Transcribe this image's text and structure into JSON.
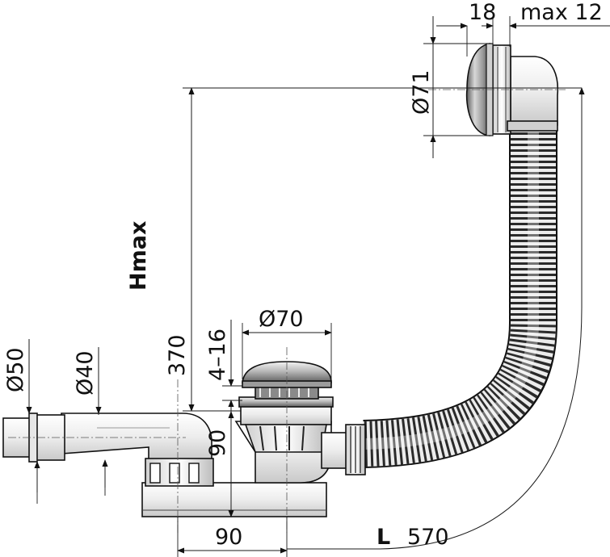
{
  "dimensions": {
    "cover_thickness": "18",
    "wall_max": "max 12",
    "overflow_diameter": "Ø71",
    "drain_diameter": "Ø70",
    "height_max": "Hmax",
    "height_370": "370",
    "range_4_16": "4–16",
    "outlet_d50": "Ø50",
    "outlet_d40": "Ø40",
    "height_90": "90",
    "width_90": "90",
    "length_letter": "L",
    "length_value": "570"
  },
  "colors": {
    "line": "#111111",
    "metal_dark": "#6a6a6a",
    "metal_light": "#e6e6e6",
    "plastic": "#f2f2f2",
    "hose_dark": "#2b2b2b",
    "hose_light": "#d9d9d9"
  }
}
